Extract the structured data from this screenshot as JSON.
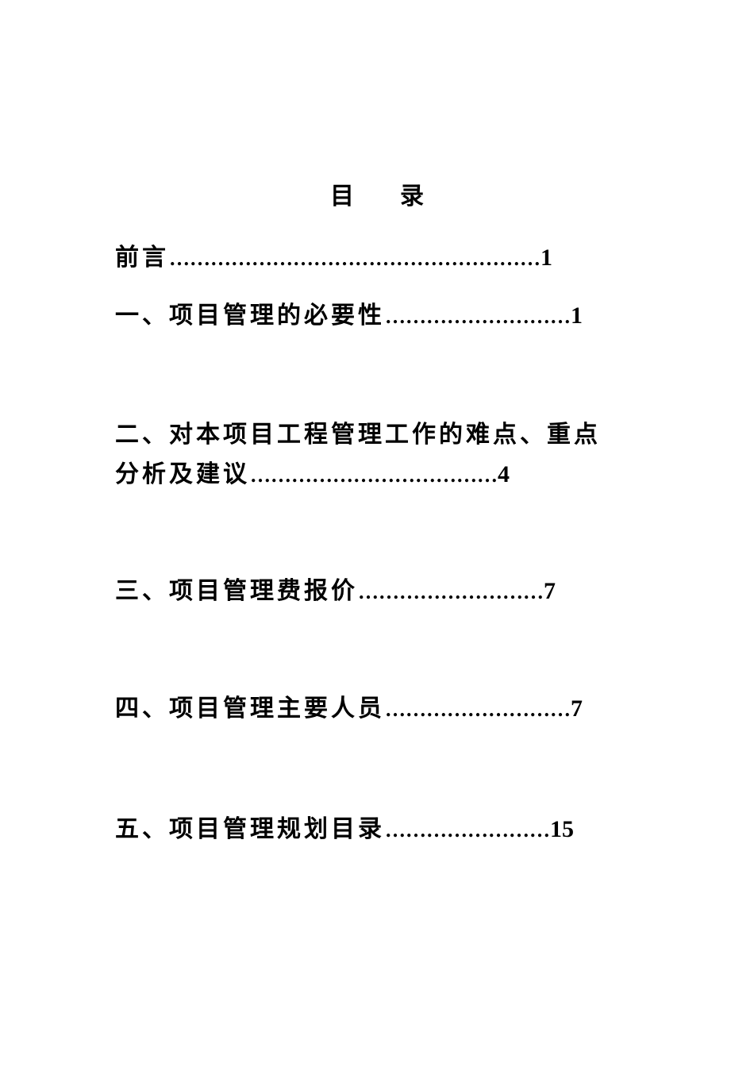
{
  "document": {
    "title_left": "目",
    "title_right": "录",
    "entries": [
      {
        "label": "前言",
        "dots": "………………………………………………",
        "page": "1"
      },
      {
        "label": "一、项目管理的必要性",
        "dots": "………………………",
        "page": "1"
      },
      {
        "label_line1": "二、对本项目工程管理工作的难点、重点",
        "label": "分析及建议",
        "dots": "………………………………",
        "page": "4"
      },
      {
        "label": "三、项目管理费报价",
        "dots": "………………………",
        "page": "7"
      },
      {
        "label": "四、项目管理主要人员",
        "dots": "………………………",
        "page": "7"
      },
      {
        "label": "五、项目管理规划目录",
        "dots": "……………………",
        "page": "15"
      }
    ]
  }
}
